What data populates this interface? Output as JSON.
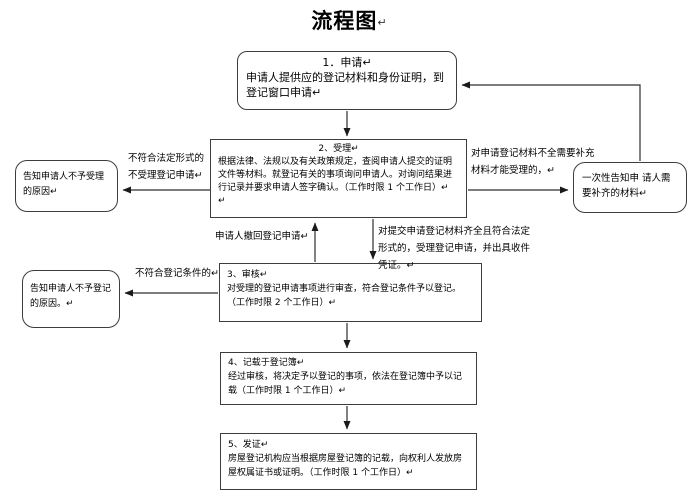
{
  "title": {
    "text": "流程图",
    "mark": "↵"
  },
  "nodes": {
    "apply": {
      "title": "1．申请↵",
      "body": "申请人提供应的登记材料和身份证明，到登记窗口申请↵"
    },
    "accept": {
      "title": "2、受理↵",
      "body": "根据法律、法规以及有关政策规定，查阅申请人提交的证明文件等材料。就登记有关的事项询问申请人。对询问结果进行记录并要求申请人签字确认。（工作时限 1 个工作日）↵\n↵"
    },
    "review": {
      "title": "3、审核↵",
      "body": "对受理的登记申请事项进行审查，符合登记条件予以登记。（工作时限 2 个工作日）↵"
    },
    "record": {
      "title": "4、记载于登记簿↵",
      "body": "经过审核，将决定予以登记的事项，依法在登记簿中予以记载（工作时限 1 个工作日）↵"
    },
    "issue": {
      "title": "5、发证↵",
      "body": "房屋登记机构应当根据房屋登记簿的记载，向权利人发放房屋权属证书或证明。（工作时限 1 个工作日）↵"
    },
    "notify_no_accept": {
      "body": "告知申请人不予受理的原因↵"
    },
    "notify_no_register": {
      "body": "告知申请人不予登记的原因。↵"
    },
    "onetime_notify": {
      "body": "一次性告知申 请人需要补齐的材料↵"
    }
  },
  "labels": {
    "not_legal_form": "不符合法定形式的不受理登记申请↵",
    "withdraw": "申请人撤回登记申请↵",
    "complete_accept": "对提交申请登记材料齐全且符合法定形式的，受理登记申请，并出具收件凭证。↵",
    "incomplete": "对申请登记材料不全需要补充材料才能受理的，↵",
    "not_register_cond": "不符合登记条件的↵"
  },
  "colors": {
    "background": "#ffffff",
    "border": "#3d3d3d",
    "connector": "#2f2f2f",
    "text": "#000000"
  }
}
